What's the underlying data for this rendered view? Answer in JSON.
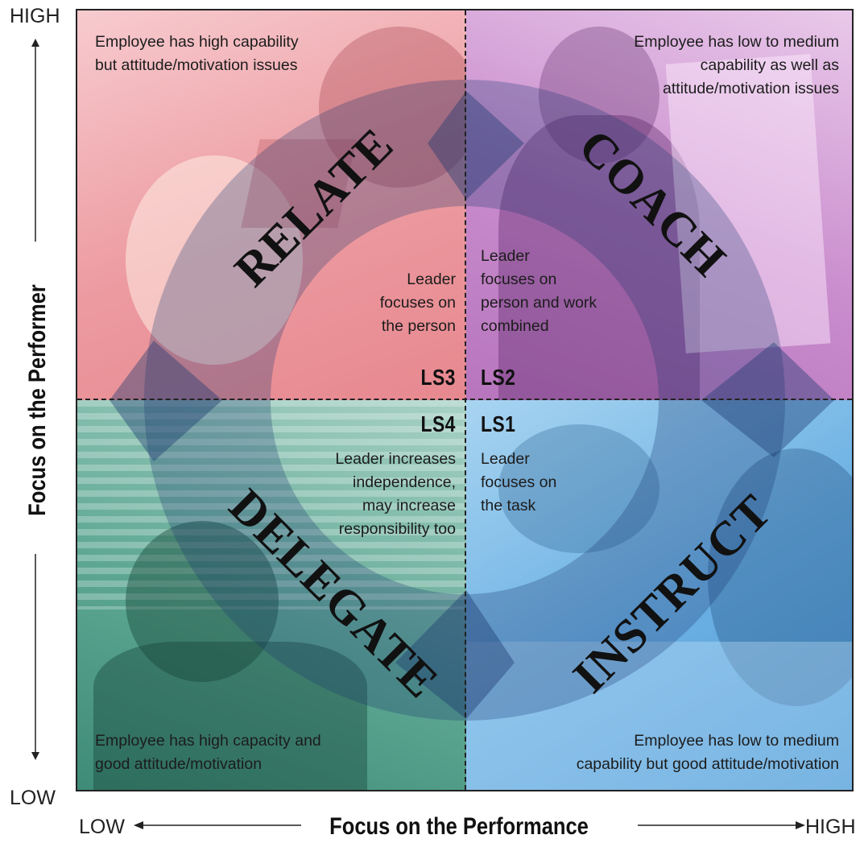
{
  "quadrants": {
    "relate": {
      "name": "RELATE",
      "code": "LS3",
      "employee": [
        "Employee has high capability",
        "but attitude/motivation issues"
      ],
      "leader": [
        "Leader",
        "focuses on",
        "the person"
      ],
      "color": "#ec9aa0"
    },
    "coach": {
      "name": "COACH",
      "code": "LS2",
      "employee": [
        "Employee has low to medium",
        "capability as well as",
        "attitude/motivation issues"
      ],
      "leader": [
        "Leader",
        "focuses on",
        "person and work",
        "combined"
      ],
      "color": "#c98ccd"
    },
    "delegate": {
      "name": "DELEGATE",
      "code": "LS4",
      "employee": [
        "Employee has high capacity and",
        "good attitude/motivation"
      ],
      "leader": [
        "Leader increases",
        "independence,",
        "may increase",
        "responsibility too"
      ],
      "color": "#5ea893"
    },
    "instruct": {
      "name": "INSTRUCT",
      "code": "LS1",
      "employee": [
        "Employee has low to medium",
        "capability but good attitude/motivation"
      ],
      "leader": [
        "Leader",
        "focuses on",
        "the task"
      ],
      "color": "#6eb2e4"
    }
  },
  "axes": {
    "y": {
      "title": "Focus on the Performer",
      "high": "HIGH",
      "low": "LOW"
    },
    "x": {
      "title": "Focus on the Performance",
      "low": "LOW",
      "high": "HIGH"
    }
  }
}
